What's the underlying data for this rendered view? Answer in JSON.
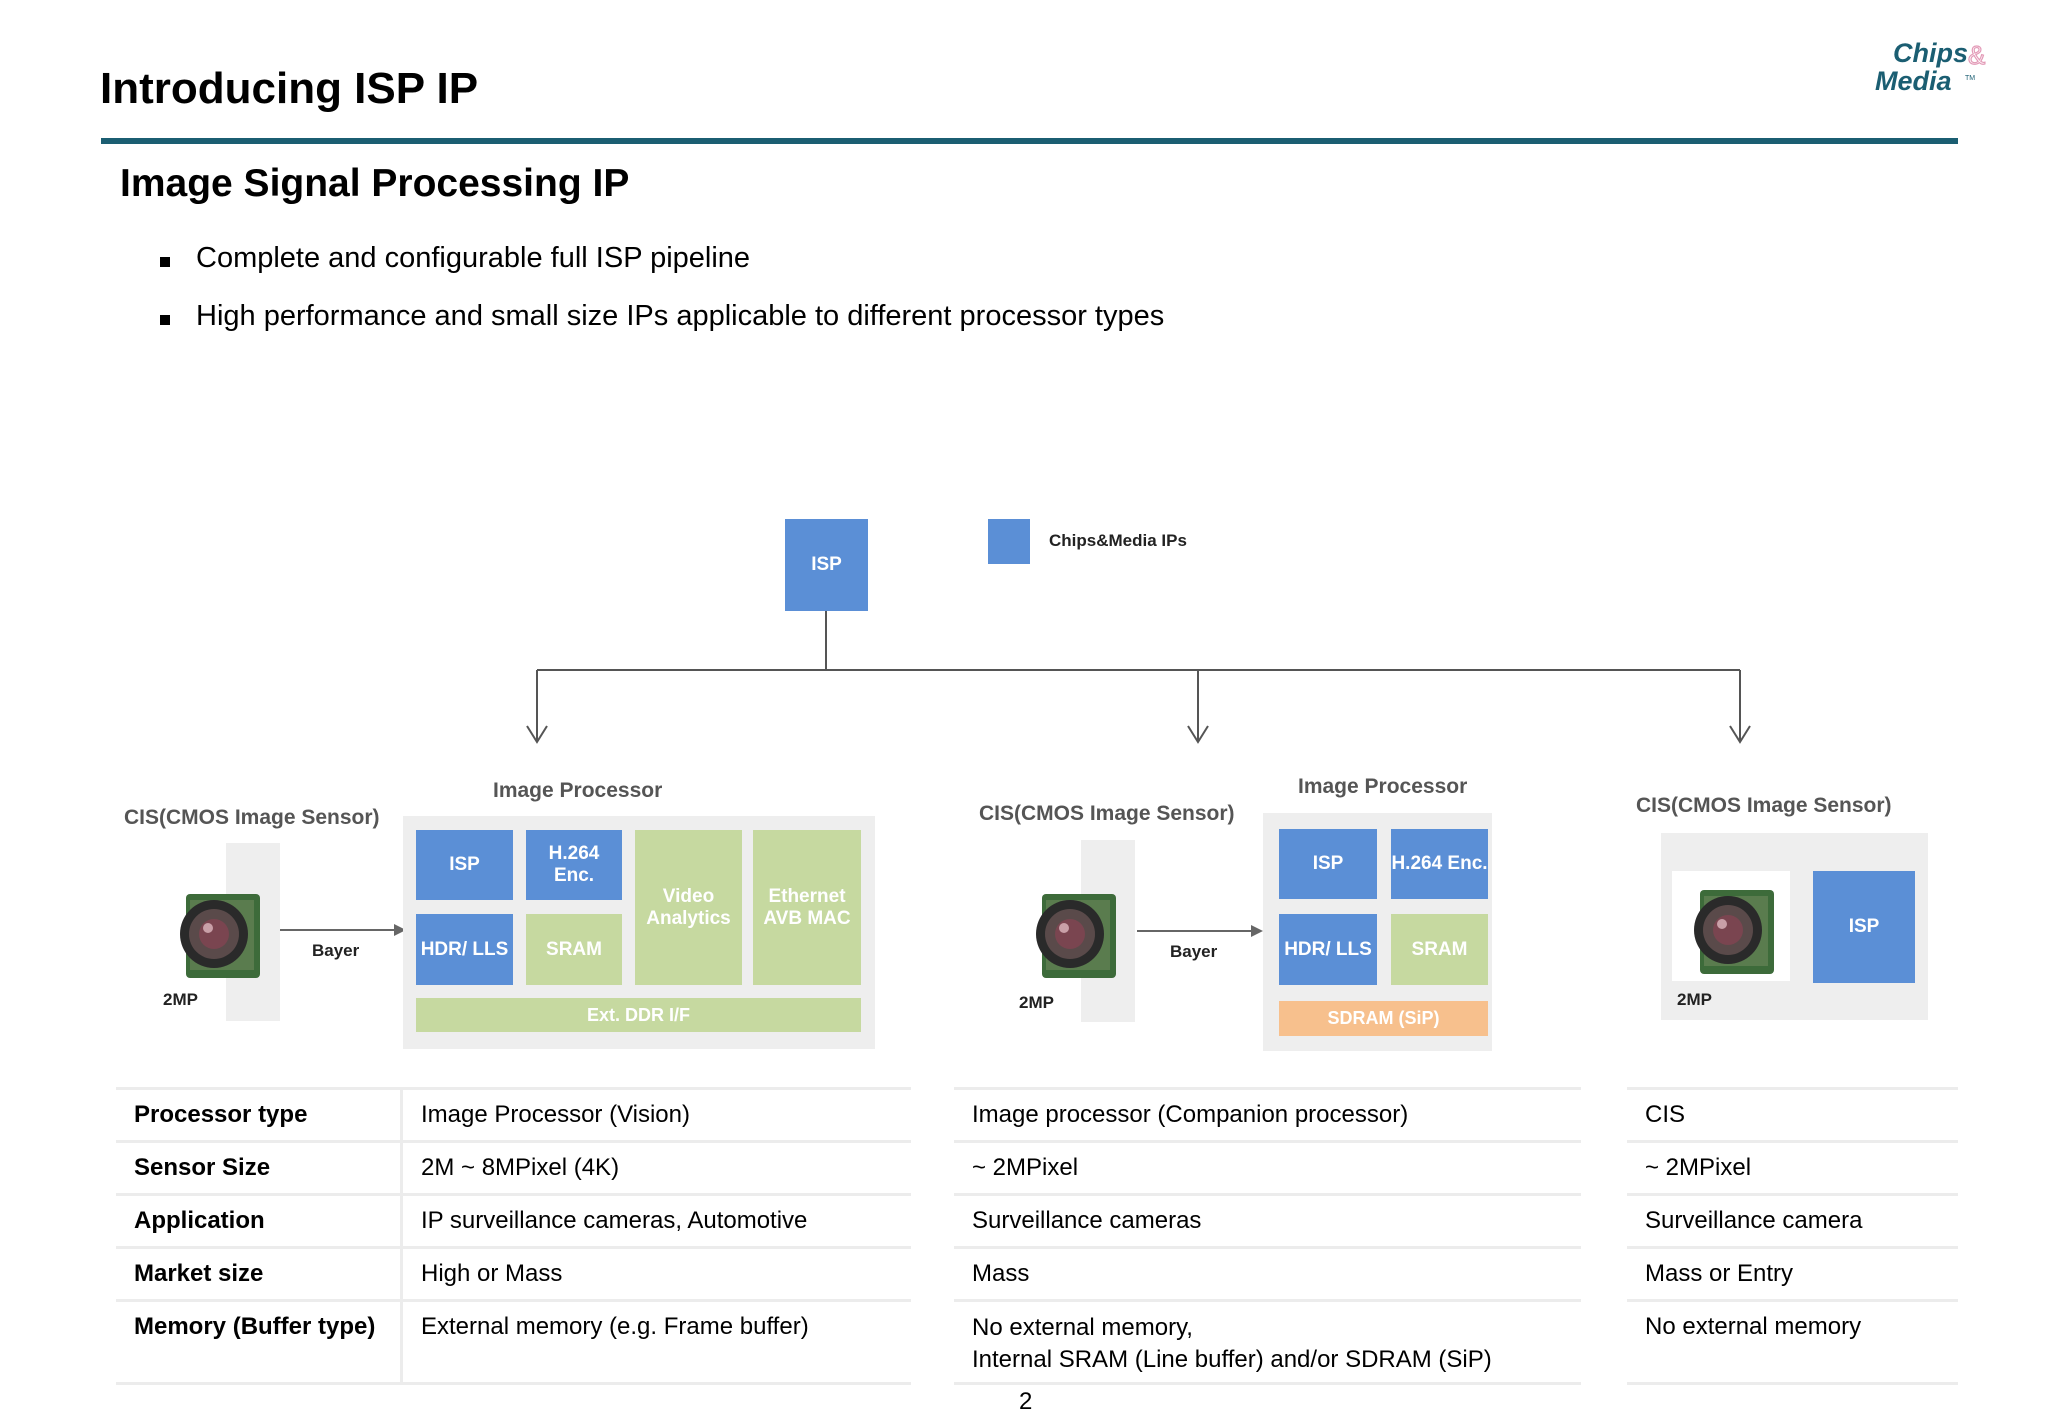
{
  "slide": {
    "title": "Introducing ISP IP",
    "logo_text_top": "Chips",
    "logo_text_bottom": "Media",
    "logo_amp": "&",
    "logo_tm": "TM",
    "subtitle": "Image Signal Processing IP",
    "bullets": [
      "Complete and configurable full ISP pipeline",
      "High performance and small size IPs applicable to different processor types"
    ],
    "page_number": "2"
  },
  "diagram": {
    "root_label": "ISP",
    "legend_label": "Chips&Media IPs",
    "colors": {
      "ip_blue": "#5b8fd6",
      "green": "#c6d9a0",
      "orange": "#f7c08d",
      "rule": "#1b5e72"
    },
    "config1": {
      "sensor_title": "CIS(CMOS Image Sensor)",
      "processor_title": "Image Processor",
      "sensor_res": "2MP",
      "link_label": "Bayer",
      "blocks": {
        "isp": "ISP",
        "h264": "H.264 Enc.",
        "hdr": "HDR/ LLS",
        "sram": "SRAM",
        "video": "Video Analytics",
        "ethernet": "Ethernet AVB MAC",
        "ddr": "Ext. DDR I/F"
      }
    },
    "config2": {
      "sensor_title": "CIS(CMOS Image Sensor)",
      "processor_title": "Image Processor",
      "sensor_res": "2MP",
      "link_label": "Bayer",
      "blocks": {
        "isp": "ISP",
        "h264": "H.264 Enc.",
        "hdr": "HDR/ LLS",
        "sram": "SRAM",
        "sdram": "SDRAM (SiP)"
      }
    },
    "config3": {
      "sensor_title": "CIS(CMOS Image Sensor)",
      "sensor_res": "2MP",
      "blocks": {
        "isp": "ISP"
      }
    }
  },
  "table": {
    "row_headers": [
      "Processor type",
      "Sensor Size",
      "Application",
      "Market size",
      "Memory (Buffer type)"
    ],
    "col1": [
      "Image Processor (Vision)",
      "2M ~ 8MPixel (4K)",
      "IP surveillance cameras, Automotive",
      "High or Mass",
      "External memory (e.g. Frame buffer)"
    ],
    "col2": [
      "Image processor (Companion processor)",
      "~ 2MPixel",
      "Surveillance cameras",
      "Mass",
      "No external memory,",
      "Internal SRAM (Line buffer) and/or SDRAM (SiP)"
    ],
    "col3": [
      "CIS",
      "~ 2MPixel",
      "Surveillance camera",
      "Mass or Entry",
      "No external memory"
    ]
  }
}
